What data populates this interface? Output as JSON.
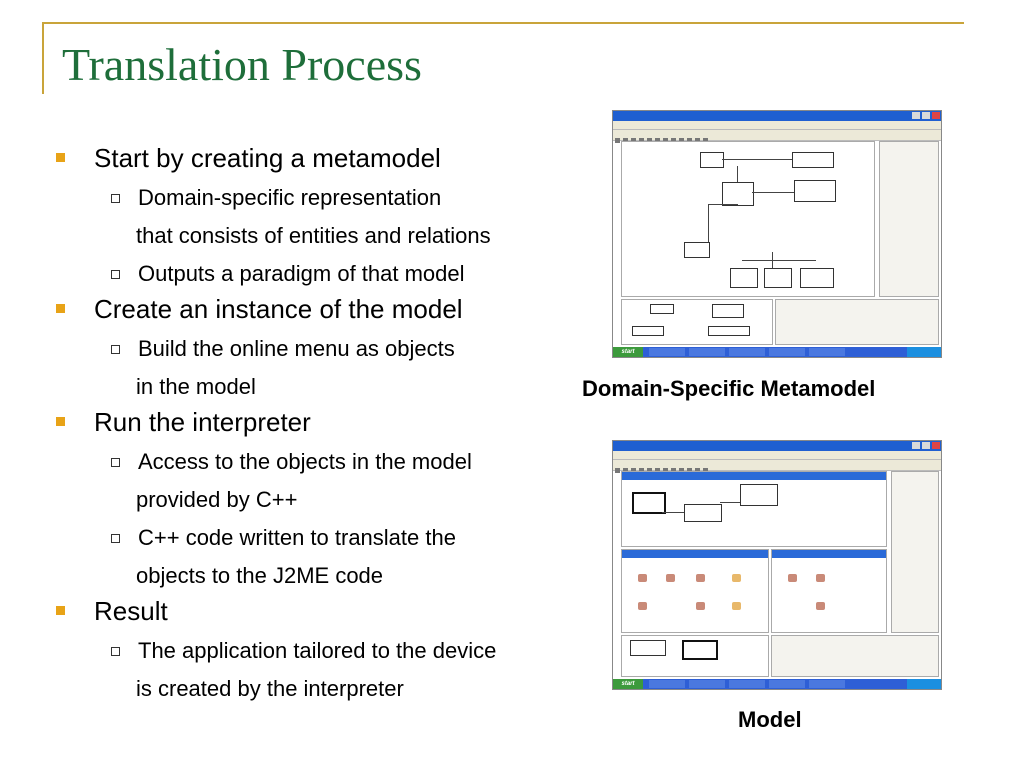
{
  "slide": {
    "title": "Translation Process"
  },
  "bullets": [
    {
      "text": "Start by creating a metamodel",
      "subs": [
        {
          "lines": [
            "Domain-specific representation",
            "that consists of entities and relations"
          ]
        },
        {
          "lines": [
            "Outputs a paradigm of that model"
          ]
        }
      ]
    },
    {
      "text": "Create an instance of the model",
      "subs": [
        {
          "lines": [
            "Build the online menu as objects",
            "in the model"
          ]
        }
      ]
    },
    {
      "text": "Run the interpreter",
      "subs": [
        {
          "lines": [
            "Access to the objects in the model",
            "provided by C++"
          ]
        },
        {
          "lines": [
            "C++ code written to translate the",
            "objects to the J2ME code"
          ]
        }
      ]
    },
    {
      "text": "Result",
      "subs": [
        {
          "lines": [
            "The application tailored to the device",
            "is created by the interpreter"
          ]
        }
      ]
    }
  ],
  "captions": {
    "metamodel": "Domain-Specific Metamodel",
    "model": "Model"
  },
  "colors": {
    "title": "#1e6e3a",
    "frame": "#c9a43a",
    "bullet": "#e8a317"
  },
  "icons": {
    "level1": "square-bullet-icon",
    "level2": "hollow-square-bullet-icon"
  }
}
